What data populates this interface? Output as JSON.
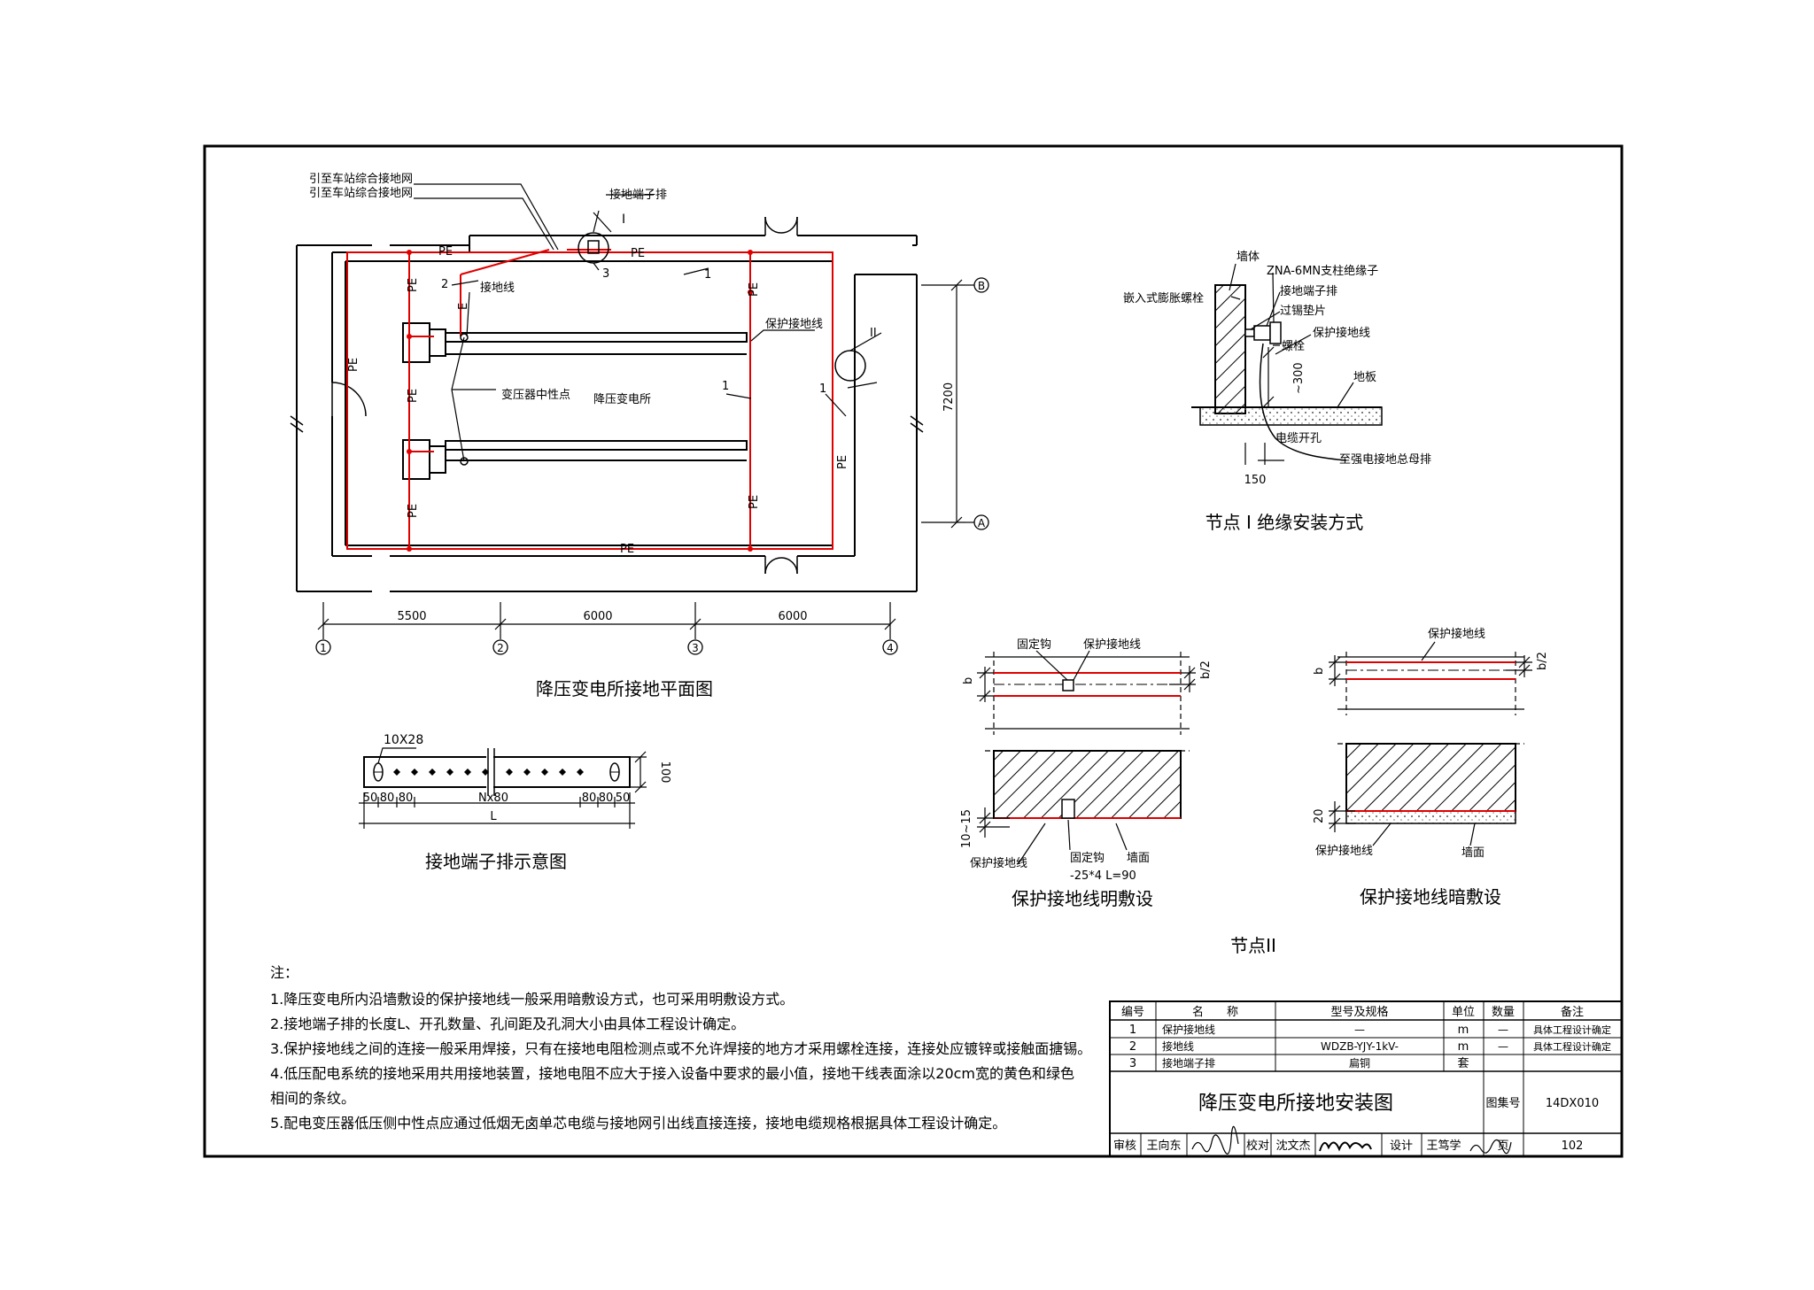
{
  "plan": {
    "title": "降压变电所接地平面图",
    "ext_label_1": "引至车站综合接地网",
    "ext_label_2": "引至车站综合接地网",
    "terminal_label": "接地端子排",
    "node_I": "I",
    "node_II": "II",
    "callout_2": "2",
    "callout_3": "3",
    "callout_1": "1",
    "grounding_wire": "接地线",
    "protective_wire": "保护接地线",
    "neutral_label": "变压器中性点",
    "room_label": "降压变电所",
    "pe": "PE",
    "e": "E",
    "dim_width": "7200",
    "dims": [
      "5500",
      "6000",
      "6000"
    ],
    "axes_x": [
      "1",
      "2",
      "3",
      "4"
    ],
    "axes_y": [
      "B",
      "A"
    ]
  },
  "node1": {
    "title": "节点 I   绝缘安装方式",
    "wall": "墙体",
    "insulator": "ZNA-6MN支柱绝缘子",
    "anchor": "嵌入式膨胀螺栓",
    "terminal": "接地端子排",
    "washer": "过锡垫片",
    "bolt": "螺栓",
    "protective_wire": "保护接地线",
    "dim_300": "~300",
    "floor": "地板",
    "cable_hole": "电缆开孔",
    "to_bus": "至强电接地总母排",
    "dim_150": "150"
  },
  "terminal_bar": {
    "title": "接地端子排示意图",
    "hole_size": "10X28",
    "height": "100",
    "dims": [
      "50",
      "80",
      "80",
      "Nx80",
      "80",
      "80",
      "50"
    ],
    "length": "L"
  },
  "open_install": {
    "title": "保护接地线明敷设",
    "fixing_hook": "固定钩",
    "protective_wire": "保护接地线",
    "b": "b",
    "b2": "b/2",
    "dim_10_15": "10~15",
    "fix_spec": "固定钩",
    "steel": "-25*4  L=90",
    "wall_face": "墙面",
    "wire_label": "保护接地线"
  },
  "concealed_install": {
    "title": "保护接地线暗敷设",
    "protective_wire": "保护接地线",
    "b": "b",
    "b2": "b/2",
    "dim_20": "20",
    "wire_label": "保护接地线",
    "wall_face": "墙面"
  },
  "node2_title": "节点II",
  "notes": {
    "heading": "注：",
    "lines": [
      "1.降压变电所内沿墙敷设的保护接地线一般采用暗敷设方式，也可采用明敷设方式。",
      "2.接地端子排的长度L、开孔数量、孔间距及孔洞大小由具体工程设计确定。",
      "3.保护接地线之间的连接一般采用焊接，只有在接地电阻检测点或不允许焊接的地方才采用螺栓连接，连接处应镀锌或接触面搪锡。",
      "4.低压配电系统的接地采用共用接地装置，接地电阻不应大于接入设备中要求的最小值，接地干线表面涂以20cm宽的黄色和绿色",
      "  相间的条纹。",
      "5.配电变压器低压侧中性点应通过低烟无卤单芯电缆与接地网引出线直接连接，接地电缆规格根据具体工程设计确定。"
    ]
  },
  "table": {
    "headers": [
      "编号",
      "名　　称",
      "型号及规格",
      "单位",
      "数量",
      "备注"
    ],
    "rows": [
      [
        "1",
        "保护接地线",
        "—",
        "m",
        "—",
        "具体工程设计确定"
      ],
      [
        "2",
        "接地线",
        "WDZB-YJY-1kV-",
        "m",
        "—",
        "具体工程设计确定"
      ],
      [
        "3",
        "接地端子排",
        "扁铜",
        "套",
        "",
        ""
      ]
    ]
  },
  "title_block": {
    "title": "降压变电所接地安装图",
    "atlas_label": "图集号",
    "atlas_no": "14DX010",
    "review_label": "审核",
    "reviewer": "王向东",
    "check_label": "校对",
    "checker": "沈文杰",
    "design_label": "设计",
    "designer": "王笃学",
    "page_label": "页",
    "page_no": "102"
  }
}
